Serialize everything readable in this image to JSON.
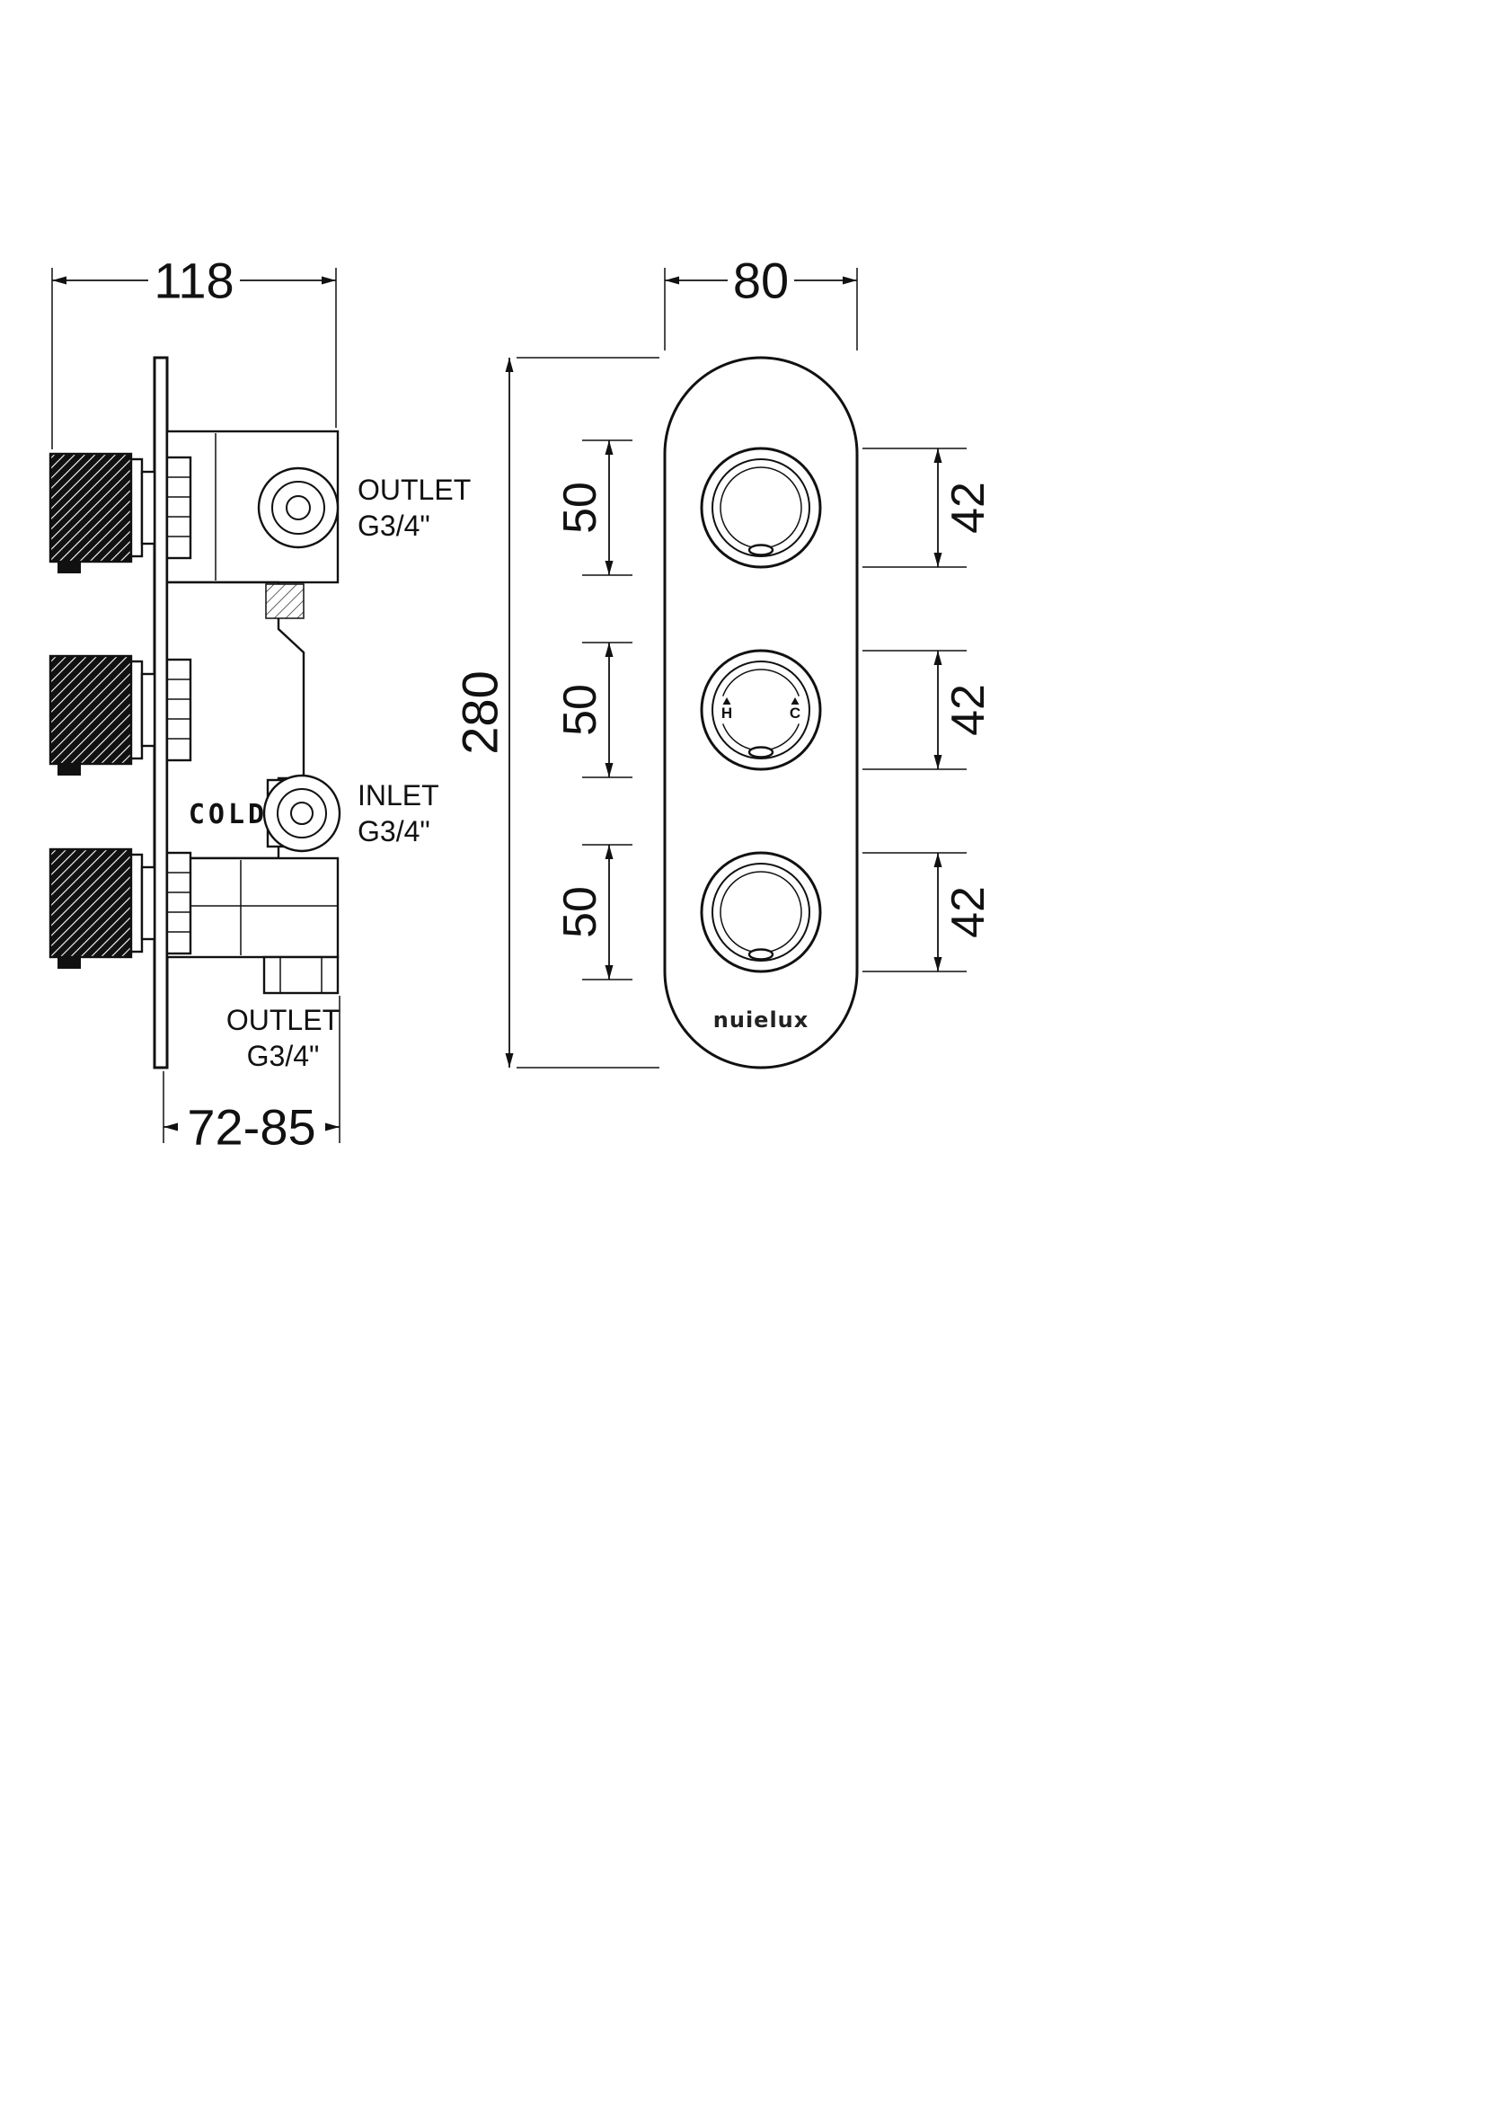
{
  "drawing": {
    "side_view": {
      "dim_width": "118",
      "dim_depth_range": "72-85",
      "outlet_top": {
        "line1": "OUTLET",
        "line2": "G3/4\""
      },
      "inlet": {
        "line1": "INLET",
        "line2": "G3/4\""
      },
      "cold_label": "COLD",
      "outlet_bottom": {
        "line1": "OUTLET",
        "line2": "G3/4\""
      }
    },
    "front_view": {
      "dim_width": "80",
      "dim_height": "280",
      "dim_knob_spacing": [
        "50",
        "50",
        "50"
      ],
      "dim_knob_diameter": [
        "42",
        "42",
        "42"
      ],
      "middle_knob": {
        "hot": "H",
        "cold": "C"
      },
      "brand": "nuielux"
    },
    "colors": {
      "line": "#111111",
      "background": "#ffffff"
    }
  }
}
